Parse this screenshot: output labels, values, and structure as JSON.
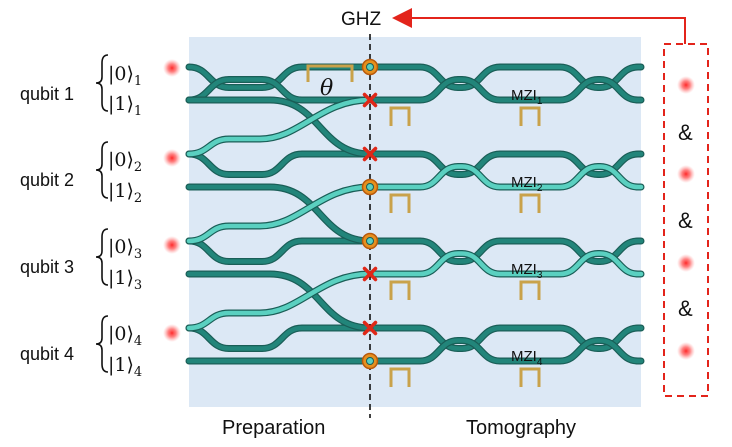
{
  "title": "GHZ",
  "qubits": [
    {
      "label": "qubit 1",
      "ket0": "|0⟩",
      "ket1": "|1⟩",
      "sub": "1"
    },
    {
      "label": "qubit 2",
      "ket0": "|0⟩",
      "ket1": "|1⟩",
      "sub": "2"
    },
    {
      "label": "qubit 3",
      "ket0": "|0⟩",
      "ket1": "|1⟩",
      "sub": "3"
    },
    {
      "label": "qubit 4",
      "ket0": "|0⟩",
      "ket1": "|1⟩",
      "sub": "4"
    }
  ],
  "phase_label": "θ",
  "mzi": {
    "base": "MZI",
    "subs": [
      "1",
      "2",
      "3",
      "4"
    ]
  },
  "sections": {
    "left": "Preparation",
    "right": "Tomography"
  },
  "detector_box": {
    "and_symbols": [
      "&",
      "&",
      "&"
    ]
  },
  "colors": {
    "chip_bg": "#dce8f5",
    "waveguide_dark": "#22857a",
    "waveguide_light": "#5ad0c0",
    "heater": "#c9a24a",
    "arrow_red": "#e3241b",
    "marker_x": "#e02818",
    "marker_circle": "#e6901e"
  }
}
